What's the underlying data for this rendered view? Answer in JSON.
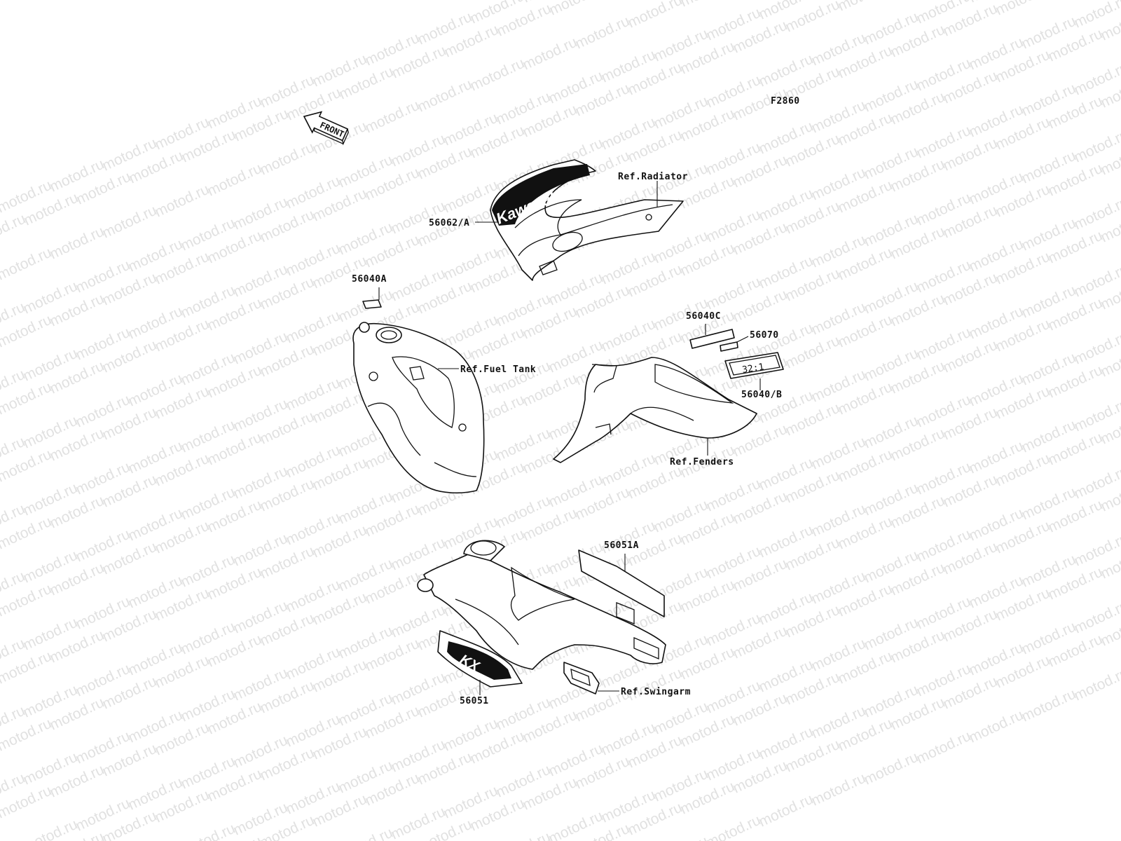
{
  "figure_id": "F2860",
  "front_label": "FRONT",
  "watermark": "motod.ru",
  "labels": {
    "radiator_decal": "56062/A",
    "ref_radiator": "Ref.Radiator",
    "tank_decal": "56040A",
    "ref_fuel_tank": "Ref.Fuel Tank",
    "fender_decal_c": "56040C",
    "fender_decal_70": "56070",
    "fender_decal_b": "56040/B",
    "ref_fenders": "Ref.Fenders",
    "swingarm_decal_a": "56051A",
    "swingarm_decal": "56051",
    "ref_swingarm": "Ref.Swingarm"
  },
  "decal_text": {
    "brand": "Kawasaki",
    "ratio": "32:1",
    "model": "KX"
  }
}
